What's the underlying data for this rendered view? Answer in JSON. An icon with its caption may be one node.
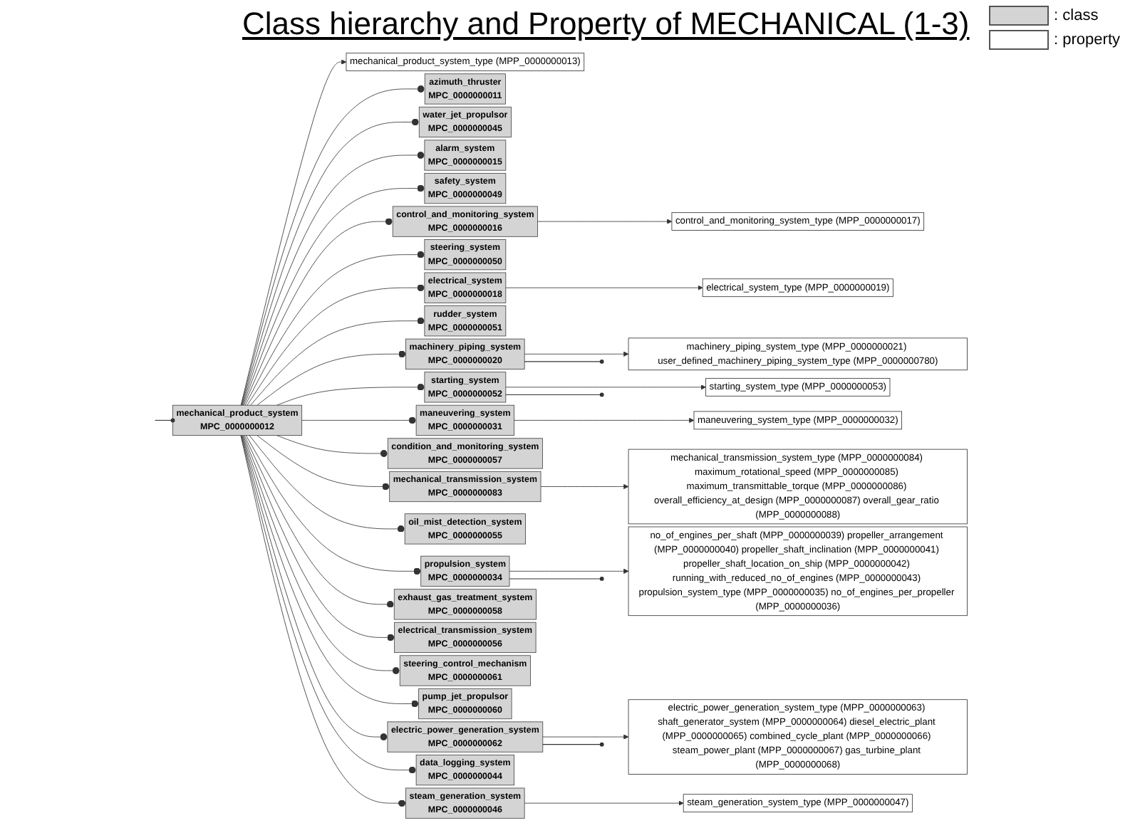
{
  "diagram": {
    "title": "Class hierarchy and Property of MECHANICAL (1-3)",
    "nodes": [
      {
        "text": [
          "mechanical_product_system",
          "MPC_0000000012"
        ]
      },
      {
        "text": [
          "mechanical_product_system_type (MPP_0000000013)"
        ]
      },
      {
        "text": [
          "azimuth_thruster",
          "MPC_0000000011"
        ]
      },
      {
        "text": [
          "water_jet_propulsor",
          "MPC_0000000045"
        ]
      },
      {
        "text": [
          "alarm_system",
          "MPC_0000000015"
        ]
      },
      {
        "text": [
          "safety_system",
          "MPC_0000000049"
        ]
      },
      {
        "text": [
          "control_and_monitoring_system_type (MPP_0000000017)"
        ]
      },
      {
        "text": [
          "control_and_monitoring_system",
          "MPC_0000000016"
        ]
      },
      {
        "text": [
          "steering_system",
          "MPC_0000000050"
        ]
      },
      {
        "text": [
          "electrical_system_type (MPP_0000000019)"
        ]
      },
      {
        "text": [
          "electrical_system",
          "MPC_0000000018"
        ]
      },
      {
        "text": [
          "rudder_system",
          "MPC_0000000051"
        ]
      },
      {
        "text": [
          "machinery_piping_system_type (MPP_0000000021) user_defined_machinery_piping_system_type (MPP_0000000780)"
        ]
      },
      {
        "text": [
          "machinery_piping_system",
          "MPC_0000000020"
        ]
      },
      {
        "text": [
          "starting_system",
          "MPC_0000000052"
        ]
      },
      {
        "text": [
          "starting_system_type (MPP_0000000053)"
        ]
      },
      {
        "text": [
          "maneuvering_system_type (MPP_0000000032)"
        ]
      },
      {
        "text": [
          "maneuvering_system",
          "MPC_0000000031"
        ]
      },
      {
        "text": [
          "condition_and_monitoring_system",
          "MPC_0000000057"
        ]
      },
      {
        "text": [
          "mechanical_transmission_system_type (MPP_0000000084) maximum_rotational_speed (MPP_0000000085) maximum_transmittable_torque (MPP_0000000086) overall_efficiency_at_design (MPP_0000000087) overall_gear_ratio (MPP_0000000088)"
        ]
      },
      {
        "text": [
          "mechanical_transmission_system",
          "MPC_0000000083"
        ]
      },
      {
        "text": [
          "oil_mist_detection_system",
          "MPC_0000000055"
        ]
      },
      {
        "text": [
          "propulsion_system",
          "MPC_0000000034"
        ]
      },
      {
        "text": [
          "exhaust_gas_treatment_system",
          "MPC_0000000058"
        ]
      },
      {
        "text": [
          "no_of_engines_per_shaft (MPP_0000000039) propeller_arrangement (MPP_0000000040) propeller_shaft_inclination (MPP_0000000041) propeller_shaft_location_on_ship (MPP_0000000042) running_with_reduced_no_of_engines (MPP_0000000043) propulsion_system_type (MPP_0000000035) no_of_engines_per_propeller (MPP_0000000036)"
        ]
      },
      {
        "text": [
          "electrical_transmission_system",
          "MPC_0000000056"
        ]
      },
      {
        "text": [
          "steering_control_mechanism",
          "MPC_0000000061"
        ]
      },
      {
        "text": [
          "pump_jet_propulsor",
          "MPC_0000000060"
        ]
      },
      {
        "text": [
          "electric_power_generation_system",
          "MPC_0000000062"
        ]
      },
      {
        "text": [
          "electric_power_generation_system_type (MPP_0000000063) shaft_generator_system (MPP_0000000064) diesel_electric_plant (MPP_0000000065) combined_cycle_plant (MPP_0000000066) steam_power_plant (MPP_0000000067) gas_turbine_plant (MPP_0000000068)"
        ]
      },
      {
        "text": [
          "data_logging_system",
          "MPC_0000000044"
        ]
      },
      {
        "text": [
          "steam_generation_system",
          "MPC_0000000046"
        ]
      },
      {
        "text": [
          "steam_generation_system_type (MPP_0000000047)"
        ]
      }
    ],
    "edges": [
      {
        "from": null,
        "to": 0,
        "arrow": "other"
      },
      {
        "from": 0,
        "to": 1,
        "arrow": "to"
      },
      {
        "from": 0,
        "to": 2,
        "arrow": "other"
      },
      {
        "from": 0,
        "to": 3,
        "arrow": "other"
      },
      {
        "from": 0,
        "to": 4,
        "arrow": "other"
      },
      {
        "from": 0,
        "to": 5,
        "arrow": "other"
      },
      {
        "from": 0,
        "to": 7,
        "arrow": "other"
      },
      {
        "from": 0,
        "to": 8,
        "arrow": "other"
      },
      {
        "from": 0,
        "to": 10,
        "arrow": "other"
      },
      {
        "from": 0,
        "to": 11,
        "arrow": "other"
      },
      {
        "from": 0,
        "to": 13,
        "arrow": "other"
      },
      {
        "from": 0,
        "to": 14,
        "arrow": "other"
      },
      {
        "from": 0,
        "to": 17,
        "arrow": "other"
      },
      {
        "from": 0,
        "to": 18,
        "arrow": "other"
      },
      {
        "from": 0,
        "to": 20,
        "arrow": "other"
      },
      {
        "from": 0,
        "to": 21,
        "arrow": "other"
      },
      {
        "from": 0,
        "to": 22,
        "arrow": "other"
      },
      {
        "from": 0,
        "to": 23,
        "arrow": "other"
      },
      {
        "from": 0,
        "to": 25,
        "arrow": "other"
      },
      {
        "from": 0,
        "to": 26,
        "arrow": "other"
      },
      {
        "from": 0,
        "to": 27,
        "arrow": "other"
      },
      {
        "from": 0,
        "to": 28,
        "arrow": "other"
      },
      {
        "from": 0,
        "to": 30,
        "arrow": "other"
      },
      {
        "from": 0,
        "to": 31,
        "arrow": "other"
      },
      {
        "from": 7,
        "to": 6,
        "arrow": "to"
      },
      {
        "from": 10,
        "to": 9,
        "arrow": "to"
      },
      {
        "from": 13,
        "to": 12,
        "arrow": "to"
      },
      {
        "from": 14,
        "to": 15,
        "arrow": "to"
      },
      {
        "from": 17,
        "to": 16,
        "arrow": "to"
      },
      {
        "from": 20,
        "to": 19,
        "arrow": "to"
      },
      {
        "from": 22,
        "to": 24,
        "arrow": "to"
      },
      {
        "from": 28,
        "to": 29,
        "arrow": "to"
      },
      {
        "from": 31,
        "to": 32,
        "arrow": "to"
      },
      {
        "from": 13,
        "to": null,
        "arrow": "other"
      },
      {
        "from": 14,
        "to": null,
        "arrow": "other"
      },
      {
        "from": 22,
        "to": null,
        "arrow": "other"
      },
      {
        "from": 28,
        "to": null,
        "arrow": "other"
      }
    ],
    "legend": [
      {
        "text": ": class",
        "color": "#d4d4d4"
      },
      {
        "text": ": property",
        "color": "#ffffff"
      }
    ]
  }
}
